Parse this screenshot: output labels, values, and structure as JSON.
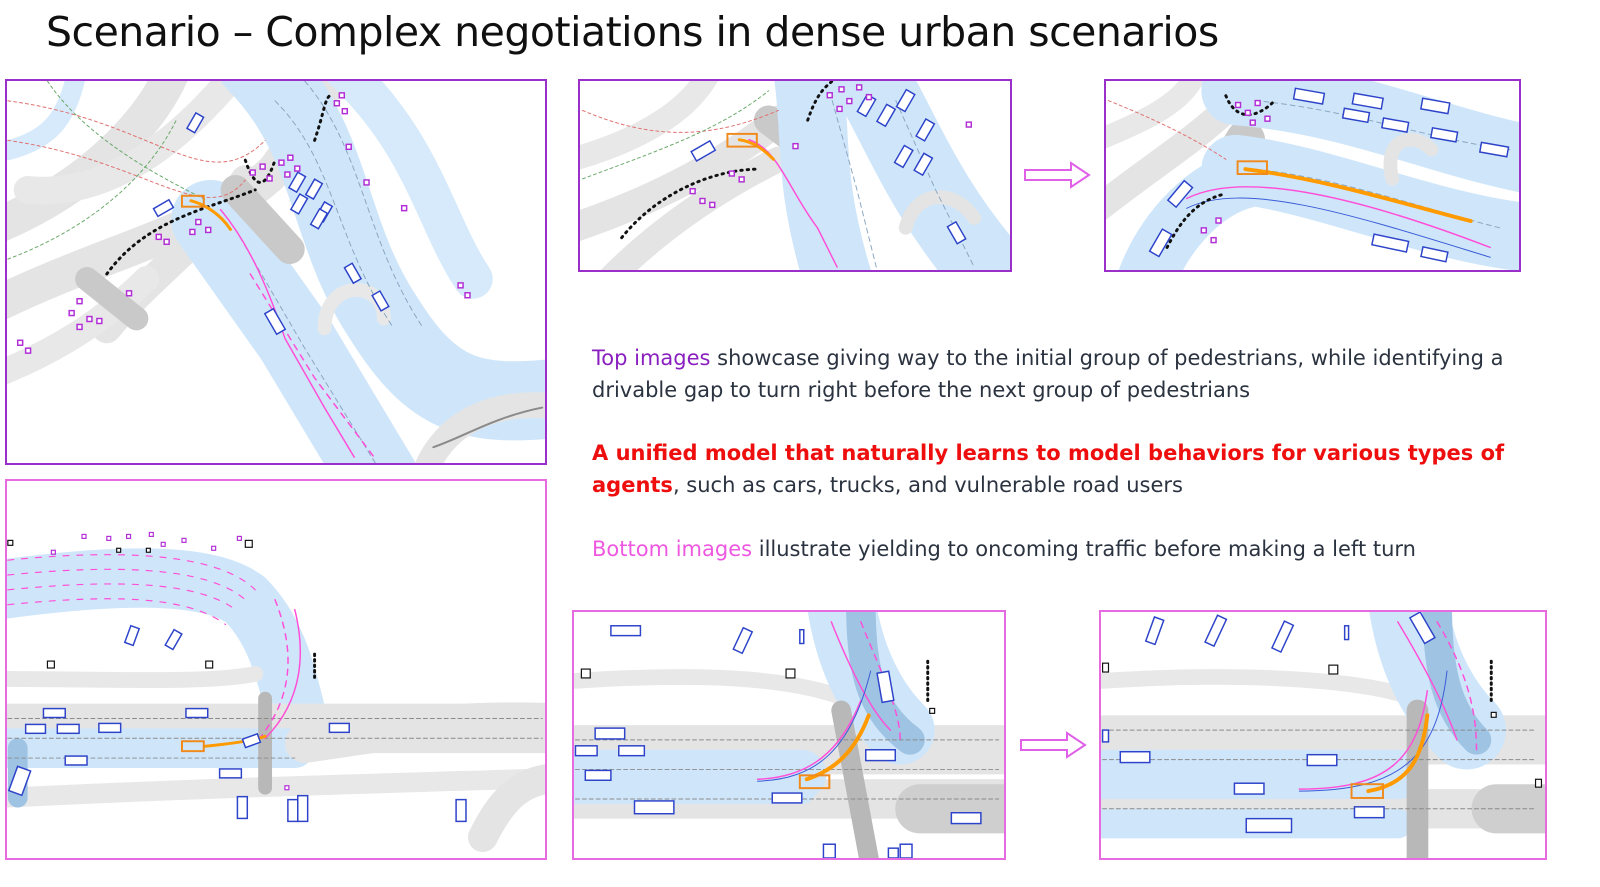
{
  "title": "Scenario – Complex negotiations in dense urban scenarios",
  "captions": {
    "top": {
      "highlight": "Top images",
      "text": " showcase giving way to the initial group of pedestrians, while identifying a drivable gap to turn right before the next group of pedestrians"
    },
    "unified": {
      "highlight": "A unified model that naturally learns to model behaviors for various types of agents",
      "text": ", such as cars, trucks, and vulnerable road users"
    },
    "bottom": {
      "highlight": "Bottom images",
      "text": " illustrate yielding to oncoming traffic before making a left turn"
    }
  },
  "colors": {
    "top_frame": "#9b2fc9",
    "bottom_frame": "#e76be0",
    "lane": "#cfe6fa",
    "road": "#e4e4e4",
    "vehicle": "#2d43c9",
    "ego": "#f08a1c",
    "pedestrian": "#b22fd6",
    "trajectory": "#ff4fd8",
    "arrow": "#e060e8"
  },
  "icons": [
    "right-arrow-icon"
  ]
}
